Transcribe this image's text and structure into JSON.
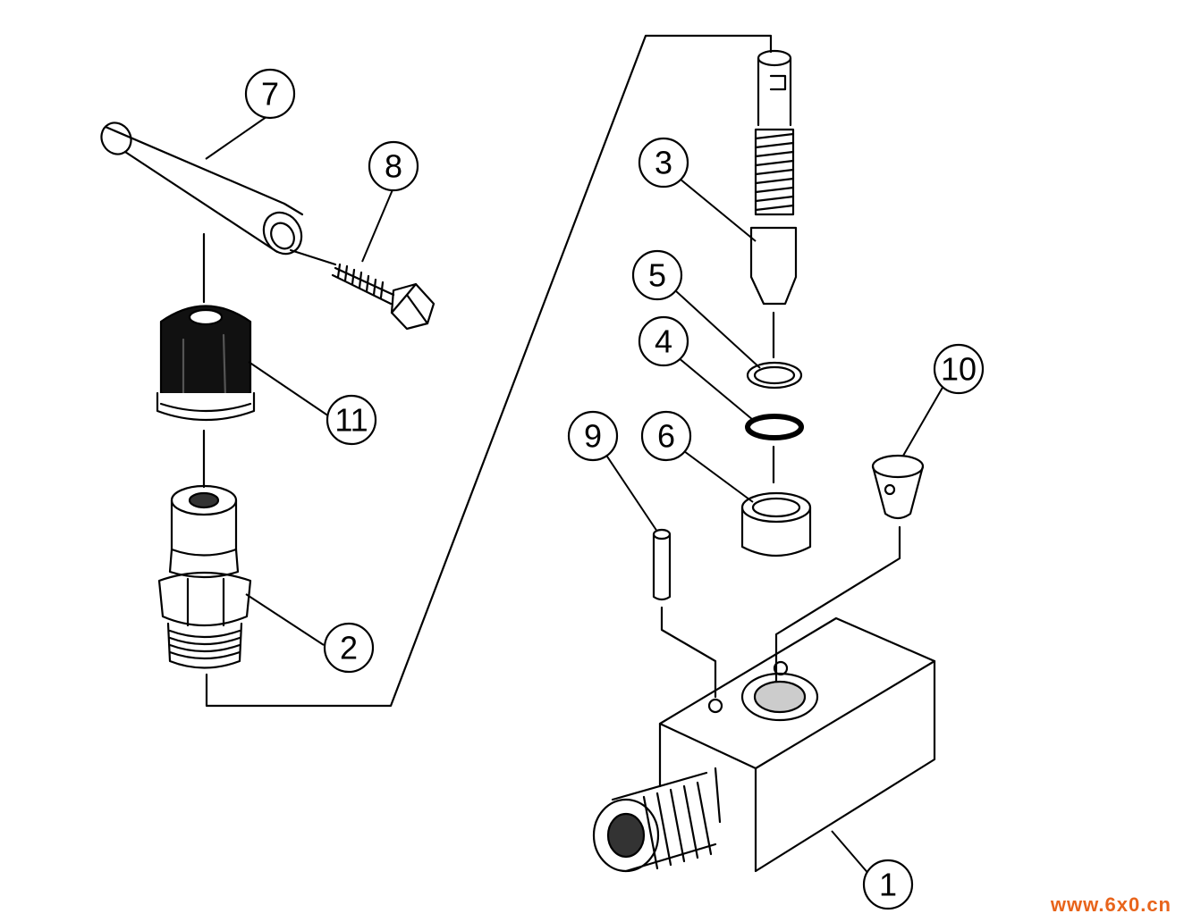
{
  "diagram": {
    "callouts": [
      {
        "id": "1",
        "label": "1"
      },
      {
        "id": "2",
        "label": "2"
      },
      {
        "id": "3",
        "label": "3"
      },
      {
        "id": "4",
        "label": "4"
      },
      {
        "id": "5",
        "label": "5"
      },
      {
        "id": "6",
        "label": "6"
      },
      {
        "id": "7",
        "label": "7"
      },
      {
        "id": "8",
        "label": "8"
      },
      {
        "id": "9",
        "label": "9"
      },
      {
        "id": "10",
        "label": "10"
      },
      {
        "id": "11",
        "label": "11"
      }
    ]
  },
  "watermark": {
    "text": "www.6x0.cn"
  }
}
